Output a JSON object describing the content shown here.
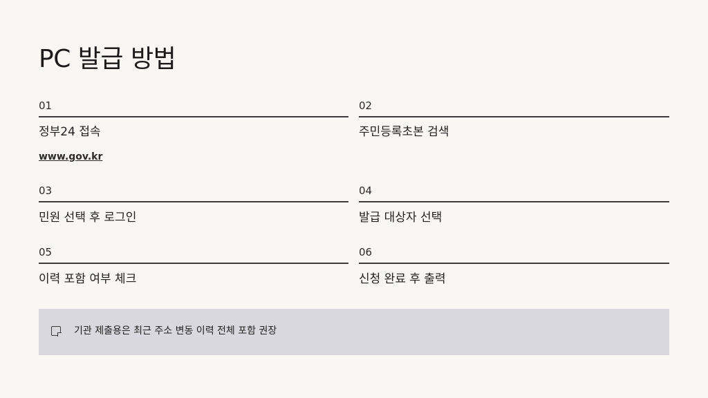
{
  "title": "PC 발급 방법",
  "steps": [
    {
      "num": "01",
      "label": "정부24 접속",
      "link": "www.gov.kr"
    },
    {
      "num": "02",
      "label": "주민등록초본 검색"
    },
    {
      "num": "03",
      "label": "민원 선택 후 로그인"
    },
    {
      "num": "04",
      "label": "발급 대상자 선택"
    },
    {
      "num": "05",
      "label": "이력 포함 여부 체크"
    },
    {
      "num": "06",
      "label": "신청 완료 후 출력"
    }
  ],
  "note": {
    "icon": "note-icon",
    "text": "기관 제출용은 최근 주소 변동 이력 전체 포함 권장"
  }
}
